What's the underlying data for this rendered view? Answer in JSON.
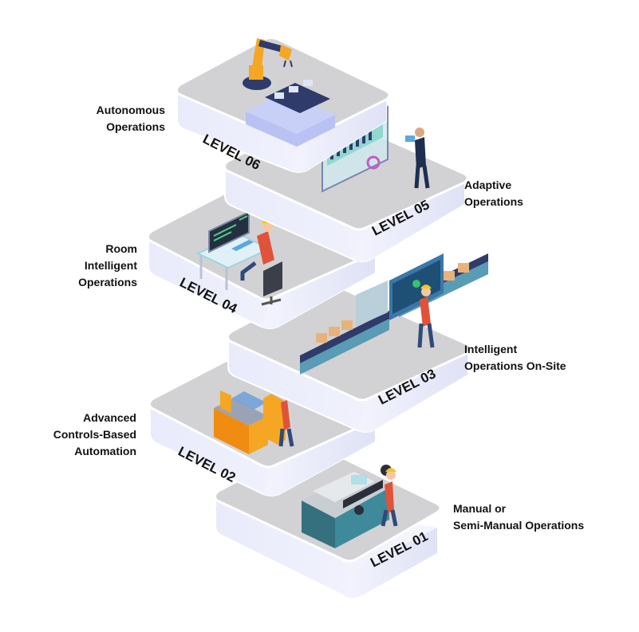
{
  "diagram": {
    "type": "isometric-stacked-levels",
    "colors": {
      "platform_top": "#d4d4d6",
      "platform_side": "#eef0fb",
      "platform_side_shade": "#dde0f5",
      "outline": "#ffffff",
      "level_text": "#111111",
      "robot_orange": "#f5a623",
      "machine_teal": "#3e8a9a",
      "worker_red": "#e0533a",
      "hardhat_yellow": "#f7c51e",
      "navy": "#2f3b6b",
      "box_tan": "#e8b27a"
    },
    "levels": [
      {
        "id": "level-06",
        "tag": "LEVEL 06",
        "title_lines": [
          "Autonomous",
          "Operations"
        ],
        "scene": "robot-arm-assembly"
      },
      {
        "id": "level-05",
        "tag": "LEVEL 05",
        "title_lines": [
          "Adaptive",
          "Operations"
        ],
        "scene": "holographic-dashboard-with-tablet-user"
      },
      {
        "id": "level-04",
        "tag": "LEVEL 04",
        "title_lines": [
          "Room",
          "Intelligent",
          "Operations"
        ],
        "scene": "control-room-desk-operator"
      },
      {
        "id": "level-03",
        "tag": "LEVEL 03",
        "title_lines": [
          "Intelligent",
          "Operations On-Site"
        ],
        "scene": "conveyor-with-touch-panel"
      },
      {
        "id": "level-02",
        "tag": "LEVEL 02",
        "title_lines": [
          "Advanced",
          "Controls-Based",
          "Automation"
        ],
        "scene": "cnc-machine-operator"
      },
      {
        "id": "level-01",
        "tag": "LEVEL 01",
        "title_lines": [
          "Manual or",
          "Semi-Manual Operations"
        ],
        "scene": "manual-lathe-operator"
      }
    ]
  }
}
